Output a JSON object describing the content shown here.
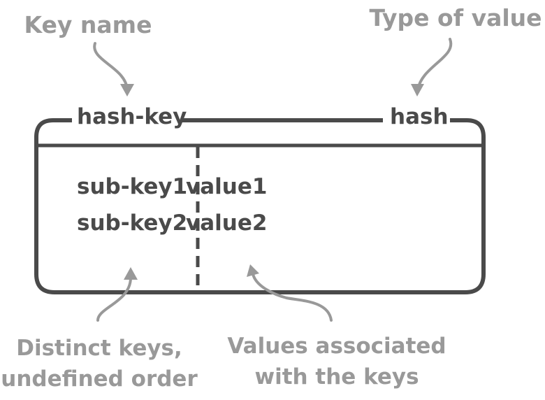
{
  "annotations": {
    "key_name": "Key name",
    "type_of_value": "Type of value",
    "distinct_keys_line1": "Distinct keys,",
    "distinct_keys_line2": "undefined order",
    "values_associated_line1": "Values associated",
    "values_associated_line2": "with the keys"
  },
  "box": {
    "key": "hash-key",
    "type": "hash",
    "entries": [
      {
        "sub_key": "sub-key1",
        "value": "value1"
      },
      {
        "sub_key": "sub-key2",
        "value": "value2"
      }
    ]
  },
  "colors": {
    "box_stroke": "#4a4a4a",
    "text_dark": "#4a4a4a",
    "annotation": "#999999"
  }
}
